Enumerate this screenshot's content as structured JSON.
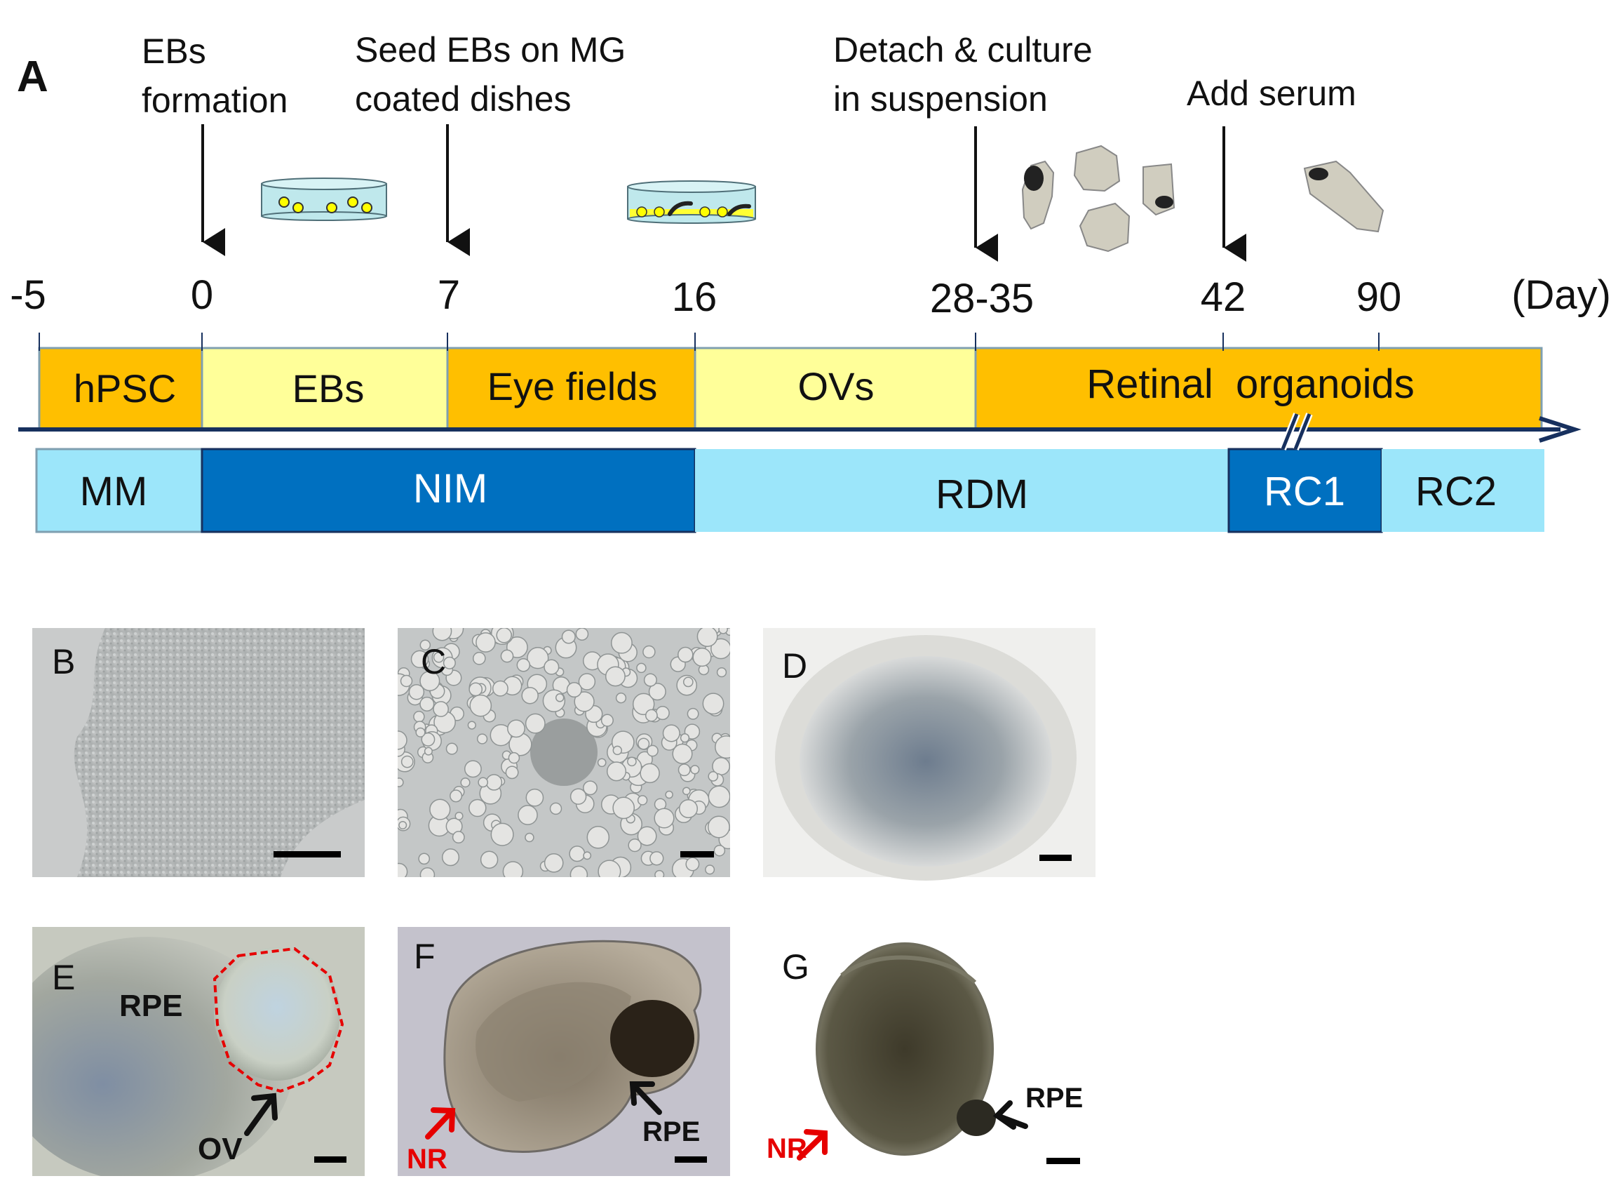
{
  "panel_a": {
    "label": "A",
    "events": [
      {
        "lines": [
          "EBs",
          "formation"
        ]
      },
      {
        "lines": [
          "Seed EBs on MG",
          "coated dishes"
        ]
      },
      {
        "lines": [
          "Detach & culture",
          "in suspension"
        ]
      },
      {
        "lines": [
          "Add serum"
        ]
      }
    ],
    "days": [
      "-5",
      "0",
      "7",
      "16",
      "28-35",
      "42",
      "90",
      "(Day)"
    ],
    "stages": [
      "hPSC",
      "EBs",
      "Eye fields",
      "OVs",
      "Retinal  organoids"
    ],
    "media": [
      "MM",
      "NIM",
      "RDM",
      "RC1",
      "RC2"
    ]
  },
  "images": [
    {
      "label": "B"
    },
    {
      "label": "C"
    },
    {
      "label": "D"
    },
    {
      "label": "E",
      "annotations": [
        "RPE",
        "OV"
      ]
    },
    {
      "label": "F",
      "annotations": [
        "RPE",
        "NR"
      ]
    },
    {
      "label": "G",
      "annotations": [
        "RPE",
        "NR"
      ]
    }
  ],
  "colors": {
    "orange": "#FFBF00",
    "light_yellow": "#FFFF99",
    "light_blue": "#9CE6FA",
    "dark_blue": "#0070C0",
    "navy": "#17305E",
    "red": "#E60000"
  }
}
